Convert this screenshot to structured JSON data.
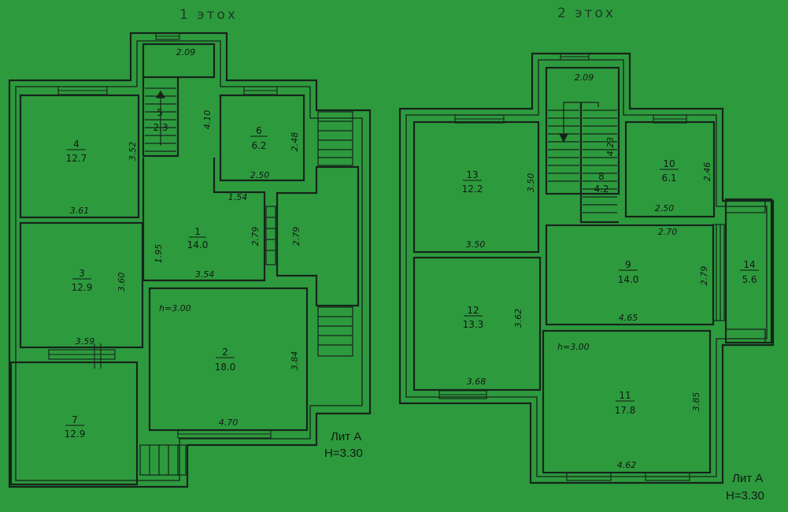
{
  "floors": [
    {
      "title": "1 этох",
      "rooms": [
        {
          "id": "room-1",
          "number": "1",
          "area": "14.0"
        },
        {
          "id": "room-2",
          "number": "2",
          "area": "18.0"
        },
        {
          "id": "room-3",
          "number": "3",
          "area": "12.9"
        },
        {
          "id": "room-4",
          "number": "4",
          "area": "12.7"
        },
        {
          "id": "room-5",
          "number": "5",
          "area": "2.3"
        },
        {
          "id": "room-6",
          "number": "6",
          "area": "6.2"
        },
        {
          "id": "room-7",
          "number": "7",
          "area": "12.9"
        }
      ],
      "dims": [
        "2.09",
        "4.10",
        "3.52",
        "3.61",
        "2.48",
        "2.50",
        "1.54",
        "2.79",
        "2.79",
        "1.95",
        "3.60",
        "3.54",
        "h=3.00",
        "3.84",
        "3.59",
        "4.70"
      ],
      "label": "Лит А",
      "height": "H=3.30"
    },
    {
      "title": "2 этох",
      "rooms": [
        {
          "id": "room-8",
          "number": "8",
          "area": "4.2"
        },
        {
          "id": "room-9",
          "number": "9",
          "area": "14.0"
        },
        {
          "id": "room-10",
          "number": "10",
          "area": "6.1"
        },
        {
          "id": "room-11",
          "number": "11",
          "area": "17.8"
        },
        {
          "id": "room-12",
          "number": "12",
          "area": "13.3"
        },
        {
          "id": "room-13",
          "number": "13",
          "area": "12.2"
        },
        {
          "id": "room-14",
          "number": "14",
          "area": "5.6"
        }
      ],
      "dims": [
        "2.09",
        "4.23",
        "3.50",
        "3.50",
        "2.46",
        "2.50",
        "2.70",
        "2.79",
        "3.62",
        "4.65",
        "h=3.00",
        "3.85",
        "3.68",
        "4.62"
      ],
      "label": "Лит А",
      "height": "H=3.30"
    }
  ]
}
